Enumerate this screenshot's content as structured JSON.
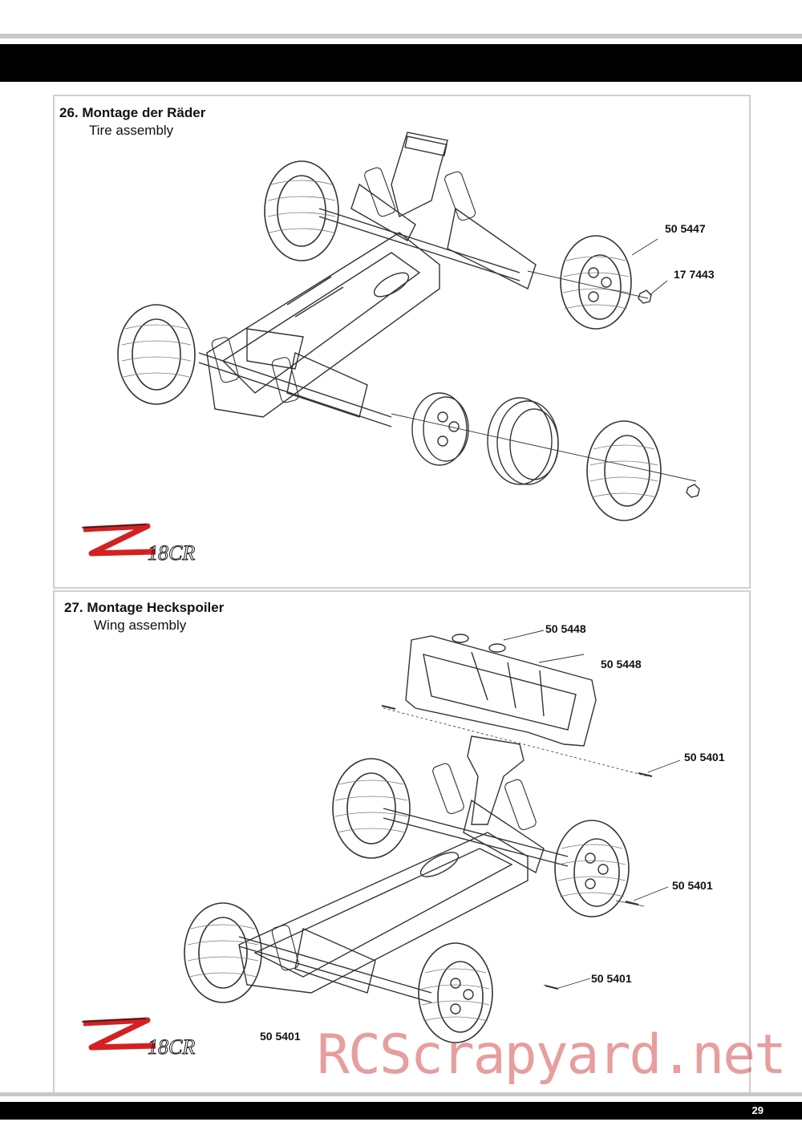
{
  "steps": [
    {
      "number_title": "26.  Montage der Räder",
      "subtitle": "Tire assembly",
      "parts": [
        "50 5447",
        "17 7443"
      ],
      "logo_text": "18CR"
    },
    {
      "number_title": "27.  Montage Heckspoiler",
      "subtitle": "Wing assembly",
      "parts": [
        "50 5448",
        "50 5448",
        "50 5401",
        "50 5401",
        "50 5401",
        "50 5401"
      ],
      "logo_text": "18CR"
    }
  ],
  "watermark": "RCScrapyard.net",
  "page_number": "29",
  "colors": {
    "band": "#000000",
    "rule": "#c8c8c8",
    "logo_red": "#d42020",
    "watermark": "#c82828"
  }
}
